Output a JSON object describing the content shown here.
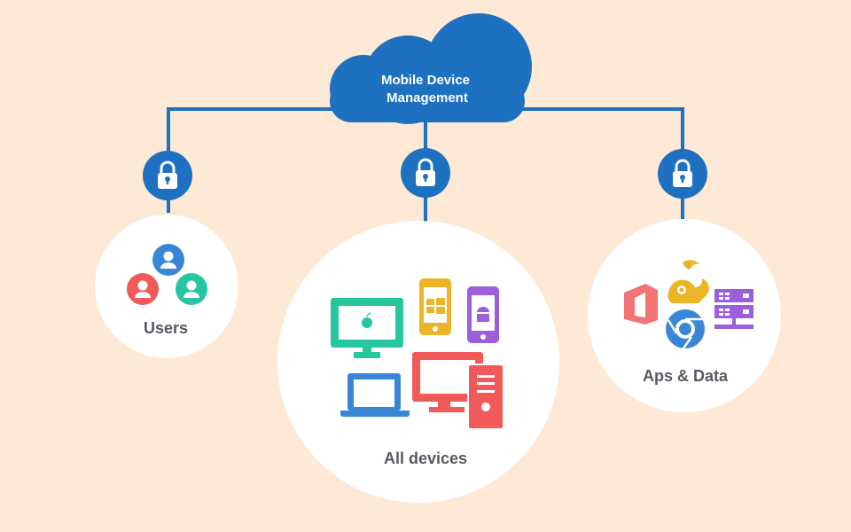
{
  "title": {
    "line1": "Mobile Device",
    "line2": "Management"
  },
  "nodes": [
    {
      "label": "Users"
    },
    {
      "label": "All devices"
    },
    {
      "label": "Aps & Data"
    }
  ],
  "colors": {
    "background": "#fde9d6",
    "primary": "#1e70c1",
    "green": "#26c6a0",
    "red": "#f25a5a",
    "blue": "#3a86d6",
    "yellow": "#ecb427",
    "purple": "#9b5fdc",
    "office": "#f27474"
  },
  "icons": [
    "cloud-icon",
    "lock-icon",
    "users-icon",
    "apple-monitor-icon",
    "windows-phone-icon",
    "android-phone-icon",
    "laptop-icon",
    "desktop-tower-icon",
    "office-icon",
    "uc-browser-icon",
    "chrome-icon",
    "server-icon"
  ]
}
